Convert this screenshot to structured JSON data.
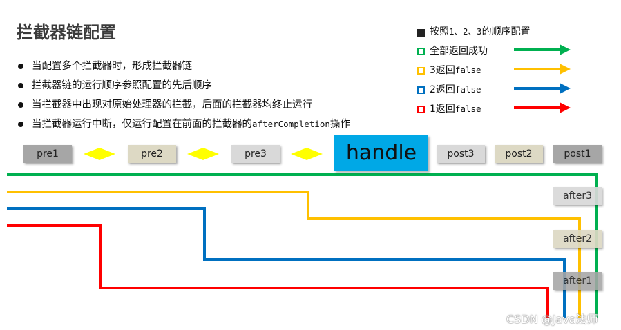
{
  "title": "拦截器链配置",
  "bullets": [
    {
      "text": "当配置多个拦截器时，形成拦截器链"
    },
    {
      "text": "拦截器链的运行顺序参照配置的先后顺序"
    },
    {
      "text": "当拦截器中出现对原始处理器的拦截，后面的拦截器均终止运行"
    },
    {
      "pre": "当拦截器运行中断，仅运行配置在前面的拦截器的",
      "code": "afterCompletion",
      "post": "操作"
    }
  ],
  "legend": {
    "head": {
      "pre": "按照",
      "code": "1、2、3",
      "post": "的顺序配置"
    },
    "items": [
      {
        "pre": "全部返回成功",
        "code": "",
        "color": "#00b050"
      },
      {
        "pre": "3返回",
        "code": "false",
        "color": "#ffc000"
      },
      {
        "pre": "2返回",
        "code": "false",
        "color": "#0070c0"
      },
      {
        "pre": "1返回",
        "code": "false",
        "color": "#ff0000"
      }
    ]
  },
  "boxes": {
    "pre1": "pre1",
    "pre2": "pre2",
    "pre3": "pre3",
    "handle": "handle",
    "post3": "post3",
    "post2": "post2",
    "post1": "post1",
    "after3": "after3",
    "after2": "after2",
    "after1": "after1"
  },
  "colors": {
    "dark": "#a6a6a6",
    "tan": "#ddd9c4",
    "light": "#d9d9d9",
    "handle": "#00a8e6",
    "diamond": "#ffff00"
  },
  "watermark": "CSDN @Java法师"
}
